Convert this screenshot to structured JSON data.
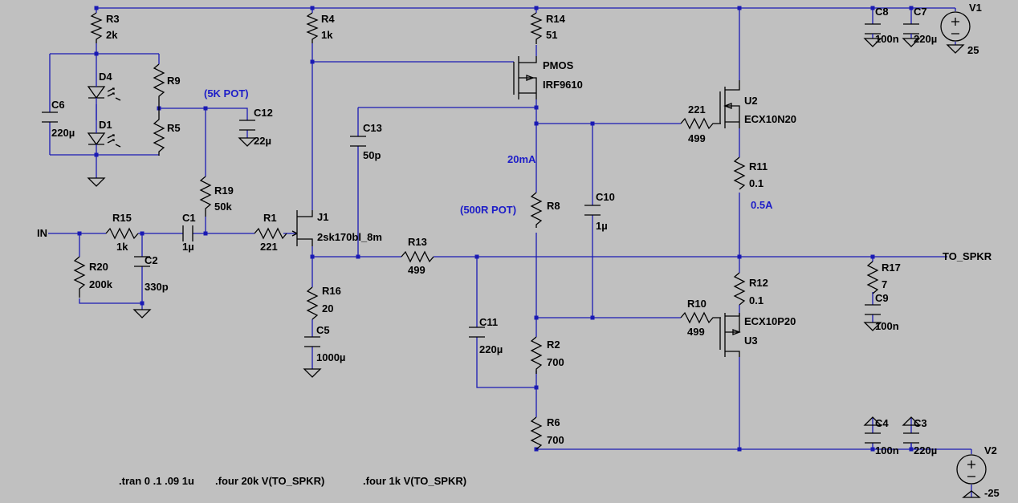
{
  "components": {
    "R3": {
      "ref": "R3",
      "value": "2k"
    },
    "R4": {
      "ref": "R4",
      "value": "1k"
    },
    "R14": {
      "ref": "R14",
      "value": "51"
    },
    "R9": {
      "ref": "R9"
    },
    "R5": {
      "ref": "R5"
    },
    "D4": {
      "ref": "D4"
    },
    "D1": {
      "ref": "D1"
    },
    "C6": {
      "ref": "C6",
      "value": "220µ"
    },
    "C12": {
      "ref": "C12",
      "value": "22µ"
    },
    "C13": {
      "ref": "C13",
      "value": "50p"
    },
    "R19": {
      "ref": "R19",
      "value": "50k"
    },
    "R15": {
      "ref": "R15",
      "value": "1k"
    },
    "C1": {
      "ref": "C1",
      "value": "1µ"
    },
    "R1": {
      "ref": "R1",
      "value": "221"
    },
    "J1": {
      "ref": "J1",
      "value": "2sk170bl_8m"
    },
    "R20": {
      "ref": "R20",
      "value": "200k"
    },
    "C2": {
      "ref": "C2",
      "value": "330p"
    },
    "R16": {
      "ref": "R16",
      "value": "20"
    },
    "C5": {
      "ref": "C5",
      "value": "1000µ"
    },
    "R13": {
      "ref": "R13",
      "value": "499"
    },
    "C11": {
      "ref": "C11",
      "value": "220µ"
    },
    "M1": {
      "ref": "PMOS",
      "value": "IRF9610"
    },
    "R8": {
      "ref": "R8"
    },
    "R2": {
      "ref": "R2",
      "value": "700"
    },
    "R6": {
      "ref": "R6",
      "value": "700"
    },
    "C10": {
      "ref": "C10",
      "value": "1µ"
    },
    "R7gate": {
      "value": "221",
      "ref2": "499"
    },
    "U2": {
      "ref": "U2",
      "value": "ECX10N20"
    },
    "R11": {
      "ref": "R11",
      "value": "0.1"
    },
    "R12": {
      "ref": "R12",
      "value": "0.1"
    },
    "R10": {
      "ref": "R10",
      "value": "499"
    },
    "U3": {
      "ref": "U3",
      "value": "ECX10P20"
    },
    "C8": {
      "ref": "C8",
      "value": "100n"
    },
    "C7": {
      "ref": "C7",
      "value": "220µ"
    },
    "V1": {
      "ref": "V1",
      "value": "25"
    },
    "R17": {
      "ref": "R17",
      "value": "7"
    },
    "C9": {
      "ref": "C9",
      "value": "100n"
    },
    "C4": {
      "ref": "C4",
      "value": "100n"
    },
    "C3": {
      "ref": "C3",
      "value": "220µ"
    },
    "V2": {
      "ref": "V2",
      "value": "-25"
    }
  },
  "nets": {
    "input": "IN",
    "output": "TO_SPKR"
  },
  "annotations": {
    "pot5k": "(5K POT)",
    "pot500": "(500R POT)",
    "current_20ma": "20mA",
    "current_05a": "0.5A"
  },
  "directives": {
    "tran": ".tran 0 .1 .09 1u",
    "four20k": ".four 20k V(TO_SPKR)",
    "four1k": ".four 1k V(TO_SPKR)"
  },
  "colors": {
    "background": "#c0c0c0",
    "wire": "#1a1ab4",
    "symbol": "#000000",
    "annotation": "#1c1cc8"
  }
}
